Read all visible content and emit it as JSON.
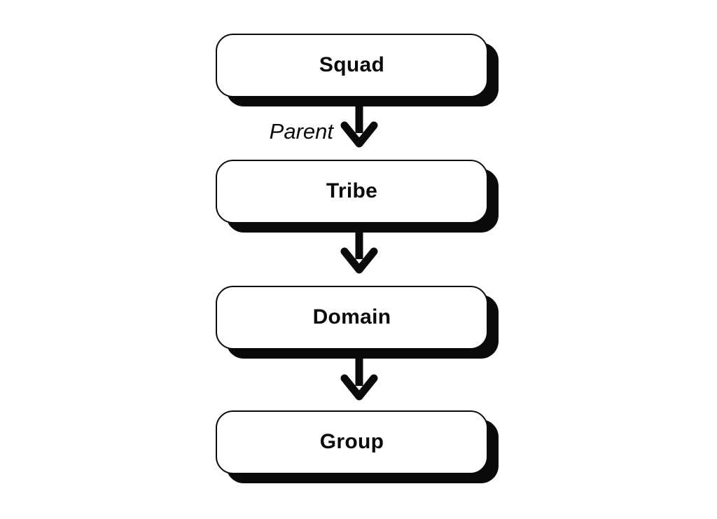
{
  "diagram": {
    "type": "flowchart-vertical",
    "colors": {
      "ink": "#0a0a0a",
      "node_fill": "#ffffff",
      "background": "#ffffff"
    },
    "nodes": [
      {
        "label": "Squad"
      },
      {
        "label": "Tribe"
      },
      {
        "label": "Domain"
      },
      {
        "label": "Group"
      }
    ],
    "edges": [
      {
        "from": "Squad",
        "to": "Tribe",
        "label": "Parent",
        "direction": "down"
      },
      {
        "from": "Tribe",
        "to": "Domain",
        "label": "",
        "direction": "down"
      },
      {
        "from": "Domain",
        "to": "Group",
        "label": "",
        "direction": "down"
      }
    ]
  }
}
